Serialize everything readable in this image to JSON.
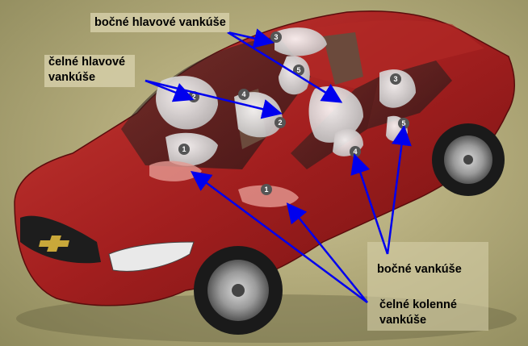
{
  "labels": {
    "side_head": "bočné hlavové vankúše",
    "front_head_1": "čelné hlavové",
    "front_head_2": "vankúše",
    "side": "bočné vankúše",
    "knee_1": "čelné kolenné",
    "knee_2": "vankúše"
  },
  "markers": [
    "1",
    "1",
    "2",
    "2",
    "3",
    "3",
    "4",
    "4",
    "5",
    "5"
  ],
  "colors": {
    "car_body": "#a31f1f",
    "airbag": "#e8e8e8",
    "arrow": "#0000ee",
    "background": "#b3ab7b"
  }
}
